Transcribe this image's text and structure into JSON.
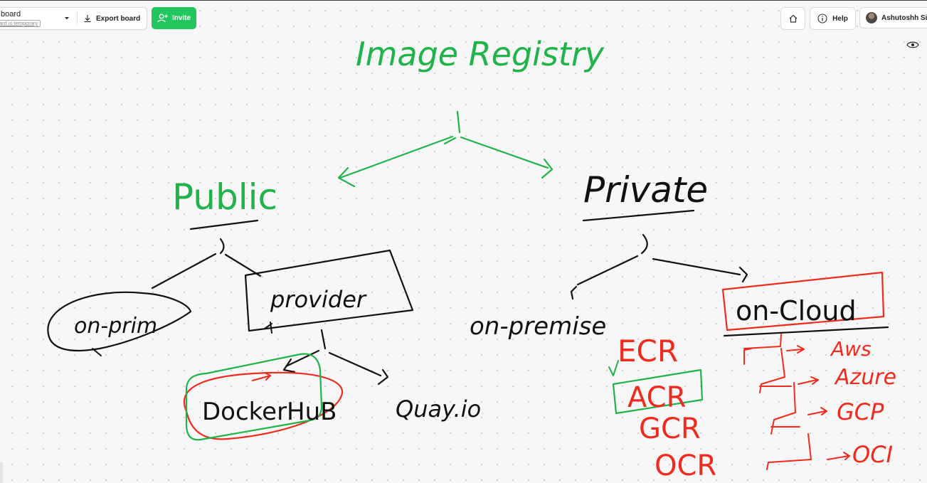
{
  "toolbar": {
    "board_name": "board",
    "board_note": "ard is temporary",
    "export_label": "Export board",
    "invite_label": "Invite"
  },
  "topbar": {
    "help_label": "Help",
    "user_name": "Ashutoshh Singh"
  },
  "icons": {
    "export": "download-icon",
    "invite": "add-user-icon",
    "home": "home-icon",
    "help": "info-icon",
    "eye": "eye-icon",
    "dropdown": "chevron-down-icon"
  },
  "colors": {
    "green_ink": "#1fb34a",
    "red_ink": "#f02a1c",
    "black_ink": "#111111",
    "invite_button": "#22c55e"
  },
  "canvas": {
    "title": "Image Registry",
    "public": "Public",
    "private": "Private",
    "on_prim": "on-prim",
    "provider": "provider",
    "docker_hub": "DockerHuB",
    "quay": "Quay.io",
    "on_premise": "on-premise",
    "on_cloud": "on-Cloud",
    "registries": [
      "ECR",
      "ACR",
      "GCR",
      "OCR"
    ],
    "clouds": [
      "Aws",
      "Azure",
      "GCP",
      "OCI"
    ]
  }
}
